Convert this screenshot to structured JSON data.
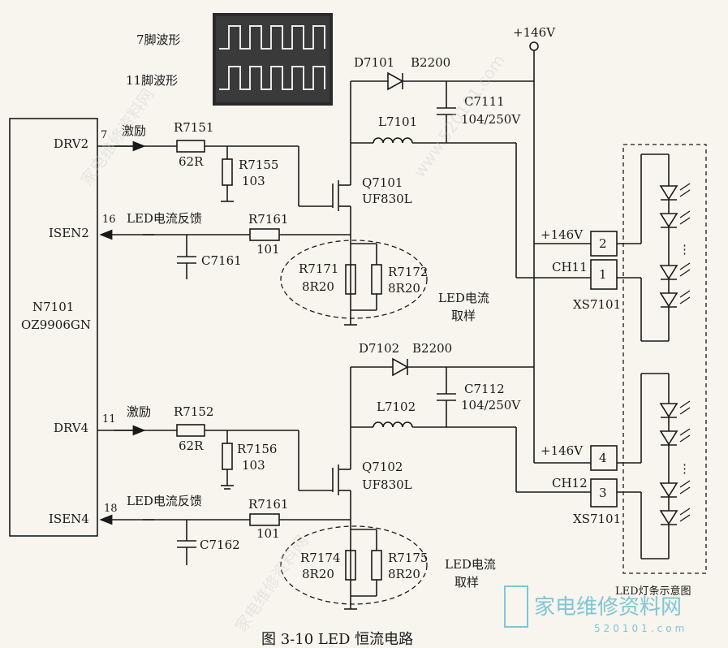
{
  "chip": {
    "name": "N7101",
    "model": "OZ9906GN"
  },
  "pins": {
    "drv2": "DRV2",
    "isen2": "ISEN2",
    "drv4": "DRV4",
    "isen4": "ISEN4",
    "n7": "7",
    "n16": "16",
    "n11": "11",
    "n18": "18"
  },
  "signals": {
    "excite": "激励",
    "feedback": "LED电流反馈"
  },
  "scope": {
    "pin7": "7脚波形",
    "pin11": "11脚波形"
  },
  "supply": "+146V",
  "upper": {
    "diode": "D7101",
    "diode_part": "B2200",
    "cap": "C7111",
    "cap_val": "104/250V",
    "inductor": "L7101",
    "r_gate": "R7151",
    "r_gate_val": "62R",
    "r_pd": "R7155",
    "r_pd_val": "103",
    "mosfet": "Q7101",
    "mosfet_part": "UF830L",
    "r_fb": "R7161",
    "r_fb_val": "101",
    "c_fb": "C7161",
    "r_s1": "R7171",
    "r_s1_val": "8R20",
    "r_s2": "R7172",
    "r_s2_val": "8R20",
    "sense_label_1": "LED电流",
    "sense_label_2": "取样",
    "conn_pos": "+146V",
    "conn_ch": "CH11",
    "pin_a": "2",
    "pin_b": "1",
    "connector": "XS7101"
  },
  "lower": {
    "diode": "D7102",
    "diode_part": "B2200",
    "cap": "C7112",
    "cap_val": "104/250V",
    "inductor": "L7102",
    "r_gate": "R7152",
    "r_gate_val": "62R",
    "r_pd": "R7156",
    "r_pd_val": "103",
    "mosfet": "Q7102",
    "mosfet_part": "UF830L",
    "r_fb": "R7161",
    "r_fb_val": "101",
    "c_fb": "C7162",
    "r_s1": "R7174",
    "r_s1_val": "8R20",
    "r_s2": "R7175",
    "r_s2_val": "8R20",
    "sense_label_1": "LED电流",
    "sense_label_2": "取样",
    "conn_pos": "+146V",
    "conn_ch": "CH12",
    "pin_a": "4",
    "pin_b": "3",
    "connector": "XS7101"
  },
  "led_bar_label": "LED灯条示意图",
  "ellipsis": "⋮",
  "caption": "图 3-10   LED 恒流电路",
  "watermark": {
    "logo": "家电维修资料网",
    "site": "520101.com",
    "domain_text": "www.520101.com"
  }
}
